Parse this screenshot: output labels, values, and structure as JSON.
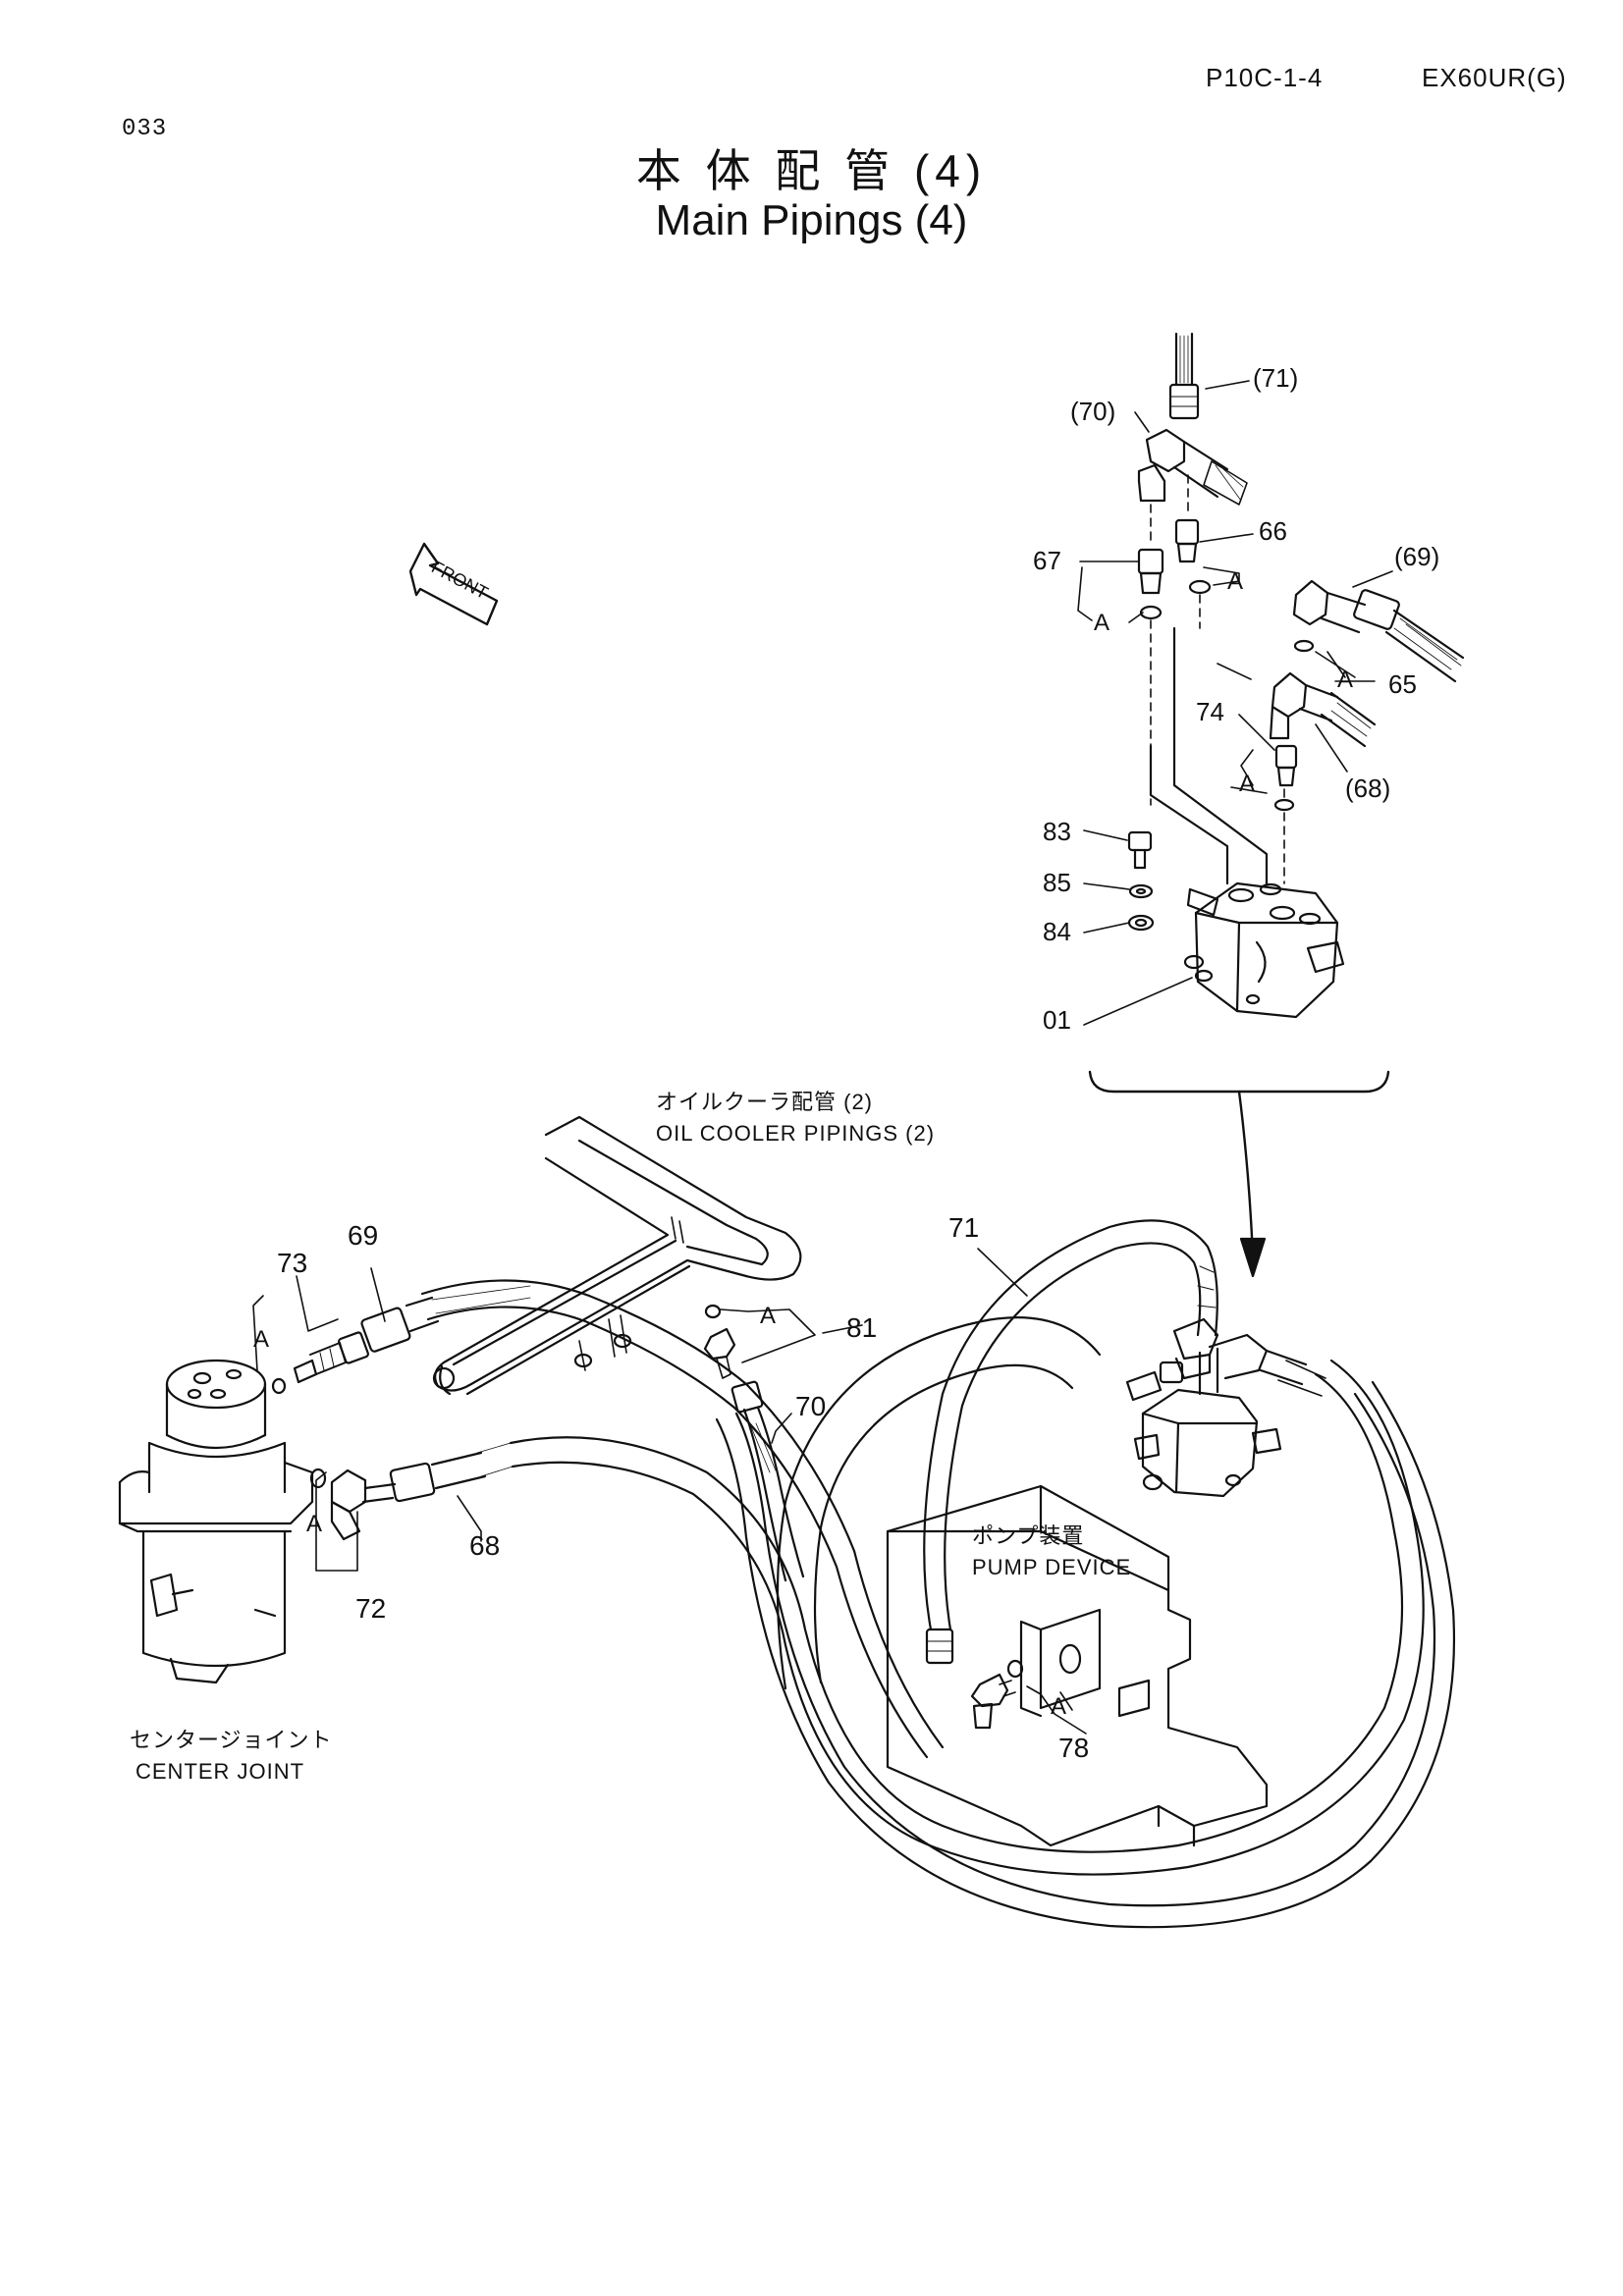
{
  "header": {
    "page_code": "P10C-1-4",
    "model": "EX60UR(G)",
    "page_number": "033"
  },
  "title": {
    "japanese": "本 体 配 管 (4)",
    "english": "Main Pipings (4)"
  },
  "direction_arrow": {
    "label": "FRONT"
  },
  "assemblies": {
    "oil_cooler": {
      "japanese": "オイルクーラ配管 (2)",
      "english": "OIL  COOLER  PIPINGS (2)"
    },
    "pump": {
      "japanese": "ポンプ装置",
      "english": "PUMP  DEVICE"
    },
    "center_joint": {
      "japanese": "センタージョイント",
      "english": "CENTER  JOINT"
    }
  },
  "callouts": {
    "detail": {
      "p71": "(71)",
      "p70": "(70)",
      "p66": "66",
      "p67": "67",
      "p69": "(69)",
      "p65": "65",
      "p74": "74",
      "p68": "(68)",
      "p83": "83",
      "p85": "85",
      "p84": "84",
      "p01": "01",
      "a1": "A",
      "a2": "A",
      "a3": "A",
      "a4": "A"
    },
    "main": {
      "p73": "73",
      "p69": "69",
      "p81": "81",
      "p70": "70",
      "p71": "71",
      "p68": "68",
      "p72": "72",
      "p78": "78",
      "a1": "A",
      "a2": "A",
      "a3": "A",
      "a4": "A"
    }
  }
}
